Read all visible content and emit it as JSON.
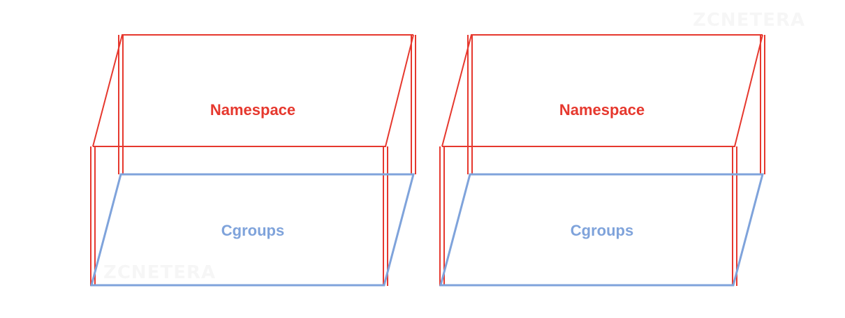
{
  "colors": {
    "namespace": "#e6382e",
    "cgroups": "#7fa3db",
    "background": "#ffffff"
  },
  "watermark": "ZCNETERA",
  "containers": [
    {
      "namespace_label": "Namespace",
      "cgroups_label": "Cgroups"
    },
    {
      "namespace_label": "Namespace",
      "cgroups_label": "Cgroups"
    }
  ]
}
